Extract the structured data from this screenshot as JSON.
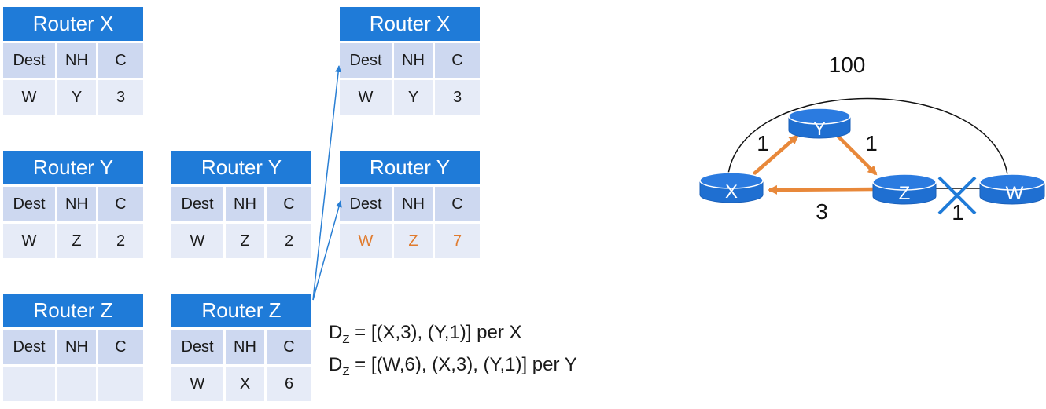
{
  "column_headers": {
    "dest": "Dest",
    "next_hop": "NH",
    "cost": "C"
  },
  "tables": {
    "left_x": {
      "title": "Router X",
      "rows": [
        {
          "dest": "W",
          "nh": "Y",
          "c": "3"
        }
      ]
    },
    "left_y": {
      "title": "Router Y",
      "rows": [
        {
          "dest": "W",
          "nh": "Z",
          "c": "2"
        }
      ]
    },
    "left_z": {
      "title": "Router Z",
      "rows": [
        {
          "dest": "",
          "nh": "",
          "c": ""
        }
      ]
    },
    "mid_y": {
      "title": "Router Y",
      "rows": [
        {
          "dest": "W",
          "nh": "Z",
          "c": "2"
        }
      ]
    },
    "mid_z": {
      "title": "Router Z",
      "rows": [
        {
          "dest": "W",
          "nh": "X",
          "c": "6"
        }
      ]
    },
    "right_x": {
      "title": "Router X",
      "rows": [
        {
          "dest": "W",
          "nh": "Y",
          "c": "3"
        }
      ]
    },
    "right_y": {
      "title": "Router Y",
      "rows": [
        {
          "dest": "W",
          "nh": "Z",
          "c": "7"
        }
      ]
    }
  },
  "equations": {
    "line1": {
      "symbol": "D",
      "subscript": "Z",
      "body": " = [(X,3), (Y,1)] per X"
    },
    "line2": {
      "symbol": "D",
      "subscript": "Z",
      "body": " = [(W,6), (X,3), (Y,1)] per Y"
    }
  },
  "graph": {
    "nodes": {
      "x": "X",
      "y": "Y",
      "z": "Z",
      "w": "W"
    },
    "edge_labels": {
      "xw": "100",
      "xy": "1",
      "yz": "1",
      "zx": "3",
      "zw": "1"
    },
    "failed_link": "Z-W"
  },
  "colors": {
    "table_header": "#1f7bd8",
    "column_header_bg": "#cdd8f0",
    "cell_bg": "#e6ebf7",
    "changed_text": "#e07b2e",
    "path_arrow": "#e8883a",
    "router_fill": "#1f6fd1",
    "failure_mark": "#1f7bd8",
    "update_arrow": "#2a7fd4"
  }
}
